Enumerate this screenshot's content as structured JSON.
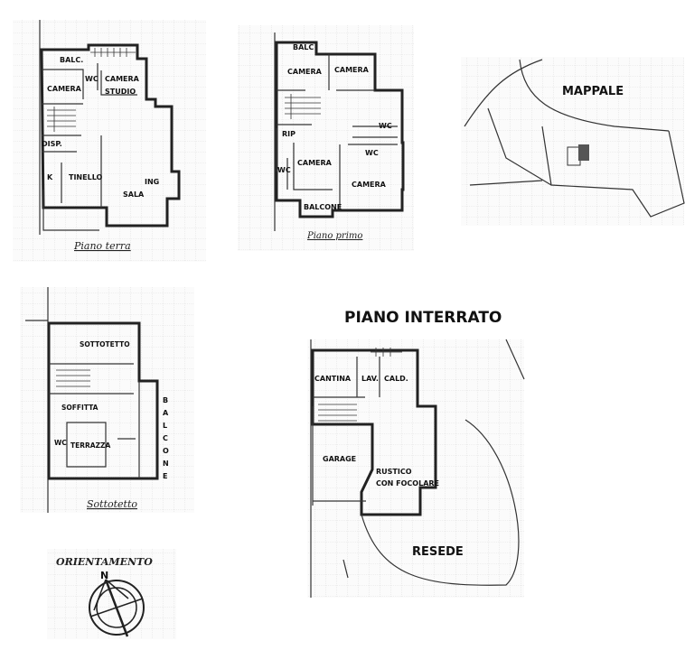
{
  "piano_terra": {
    "caption": "Piano terra",
    "rooms": [
      "BALC.",
      "CAMERA",
      "WC",
      "CAMERA",
      "STUDIO",
      "DISP.",
      "K",
      "TINELLO",
      "ING",
      "SALA"
    ]
  },
  "piano_primo": {
    "caption": "Piano primo",
    "rooms": [
      "BALC",
      "CAMERA",
      "CAMERA",
      "RIP",
      "WC",
      "WC",
      "CAMERA",
      "WC",
      "CAMERA",
      "BALCONE"
    ]
  },
  "mappale": {
    "title": "MAPPALE"
  },
  "sottotetto": {
    "caption": "Sottotetto",
    "rooms": [
      "SOTTOTETTO",
      "SOFFITTA",
      "WC",
      "TERRAZZA"
    ],
    "balcone_letters": [
      "B",
      "A",
      "L",
      "C",
      "O",
      "N",
      "E"
    ]
  },
  "piano_interrato": {
    "title": "PIANO INTERRATO",
    "rooms": [
      "CANTINA",
      "LAV.",
      "CALD.",
      "GARAGE",
      "RUSTICO",
      "CON FOCOLARE",
      "RESEDE"
    ]
  },
  "orientamento": {
    "title": "ORIENTAMENTO",
    "north": "N"
  }
}
